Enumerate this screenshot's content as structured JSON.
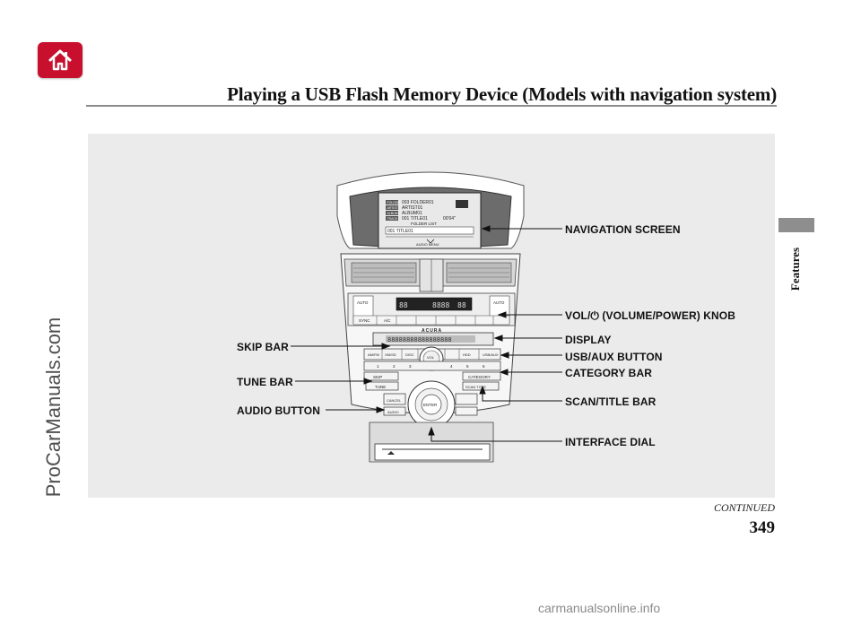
{
  "page": {
    "title": "Playing a USB Flash Memory Device (Models with navigation system)",
    "section_tab": "Features",
    "continued": "CONTINUED",
    "page_number": "349",
    "watermark_left": "ProCarManuals.com",
    "watermark_bottom": "carmanualsonline.info"
  },
  "icons": {
    "home": "home-icon"
  },
  "colors": {
    "home_button": "#c8102e",
    "figure_bg": "#ebebeb"
  },
  "figure": {
    "labels": {
      "navigation_screen": "NAVIGATION SCREEN",
      "vol_knob": "VOL/⏻ (VOLUME/POWER) KNOB",
      "display": "DISPLAY",
      "usb_aux": "USB/AUX BUTTON",
      "category_bar": "CATEGORY BAR",
      "scan_title": "SCAN/TITLE BAR",
      "interface_dial": "INTERFACE DIAL",
      "skip_bar": "SKIP BAR",
      "tune_bar": "TUNE BAR",
      "audio_button": "AUDIO BUTTON"
    },
    "screen": {
      "row1": "003 FOLDER01",
      "row2": "ARTIST01",
      "row3": "ALBUM01",
      "row4": "001 TITLE01",
      "time": "00'04\"",
      "list_header": "FOLDER LIST",
      "list_item": "001 TITLE01",
      "menu": "AUDIO MENU",
      "tag1": "FOLDER",
      "tag2": "ARTIST",
      "tag3": "ALBUM",
      "tag4": "TRACK"
    },
    "panel": {
      "brand": "ACURA",
      "display_text": "88888888888888888",
      "btn_am_fm": "AM/FM",
      "btn_xm": "XM/SD",
      "btn_disc": "DISC",
      "btn_vol": "VOL",
      "btn_hdd": "HDD",
      "btn_usb_aux": "USB/AUX",
      "btn_skip": "SKIP",
      "btn_category": "CATEGORY",
      "btn_tune": "TUNE",
      "btn_scan": "SCAN TITLE",
      "btn_enter": "ENTER",
      "btn_cancel": "CANCEL",
      "btn_audio": "AUDIO",
      "btn_sync": "SYNC",
      "btn_ac": "A/C",
      "btn_auto": "AUTO",
      "presets": [
        "1",
        "2",
        "3",
        "4",
        "5",
        "6"
      ]
    }
  }
}
